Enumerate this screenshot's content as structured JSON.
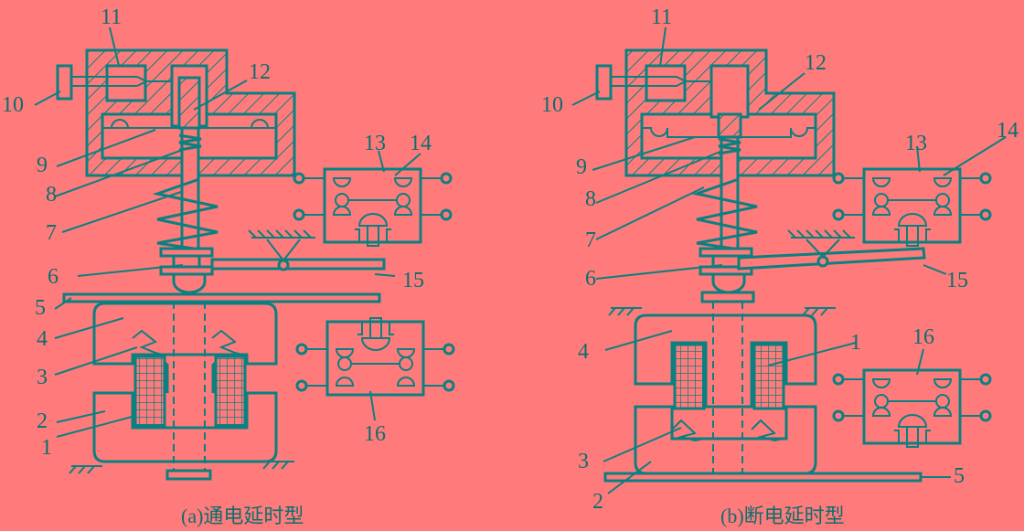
{
  "diagram_a": {
    "caption": "(a)通电延时型",
    "labels": {
      "n1": "1",
      "n2": "2",
      "n3": "3",
      "n4": "4",
      "n5": "5",
      "n6": "6",
      "n7": "7",
      "n8": "8",
      "n9": "9",
      "n10": "10",
      "n11": "11",
      "n12": "12",
      "n13": "13",
      "n14": "14",
      "n15": "15",
      "n16": "16"
    }
  },
  "diagram_b": {
    "caption": "(b)断电延时型",
    "labels": {
      "n1": "1",
      "n2": "2",
      "n3": "3",
      "n4": "4",
      "n5": "5",
      "n6": "6",
      "n7": "7",
      "n8": "8",
      "n9": "9",
      "n10": "10",
      "n11": "11",
      "n12": "12",
      "n13": "13",
      "n14": "14",
      "n15": "15",
      "n16": "16"
    }
  },
  "colors": {
    "background": "#FF7B7B",
    "line": "#0B8080"
  }
}
